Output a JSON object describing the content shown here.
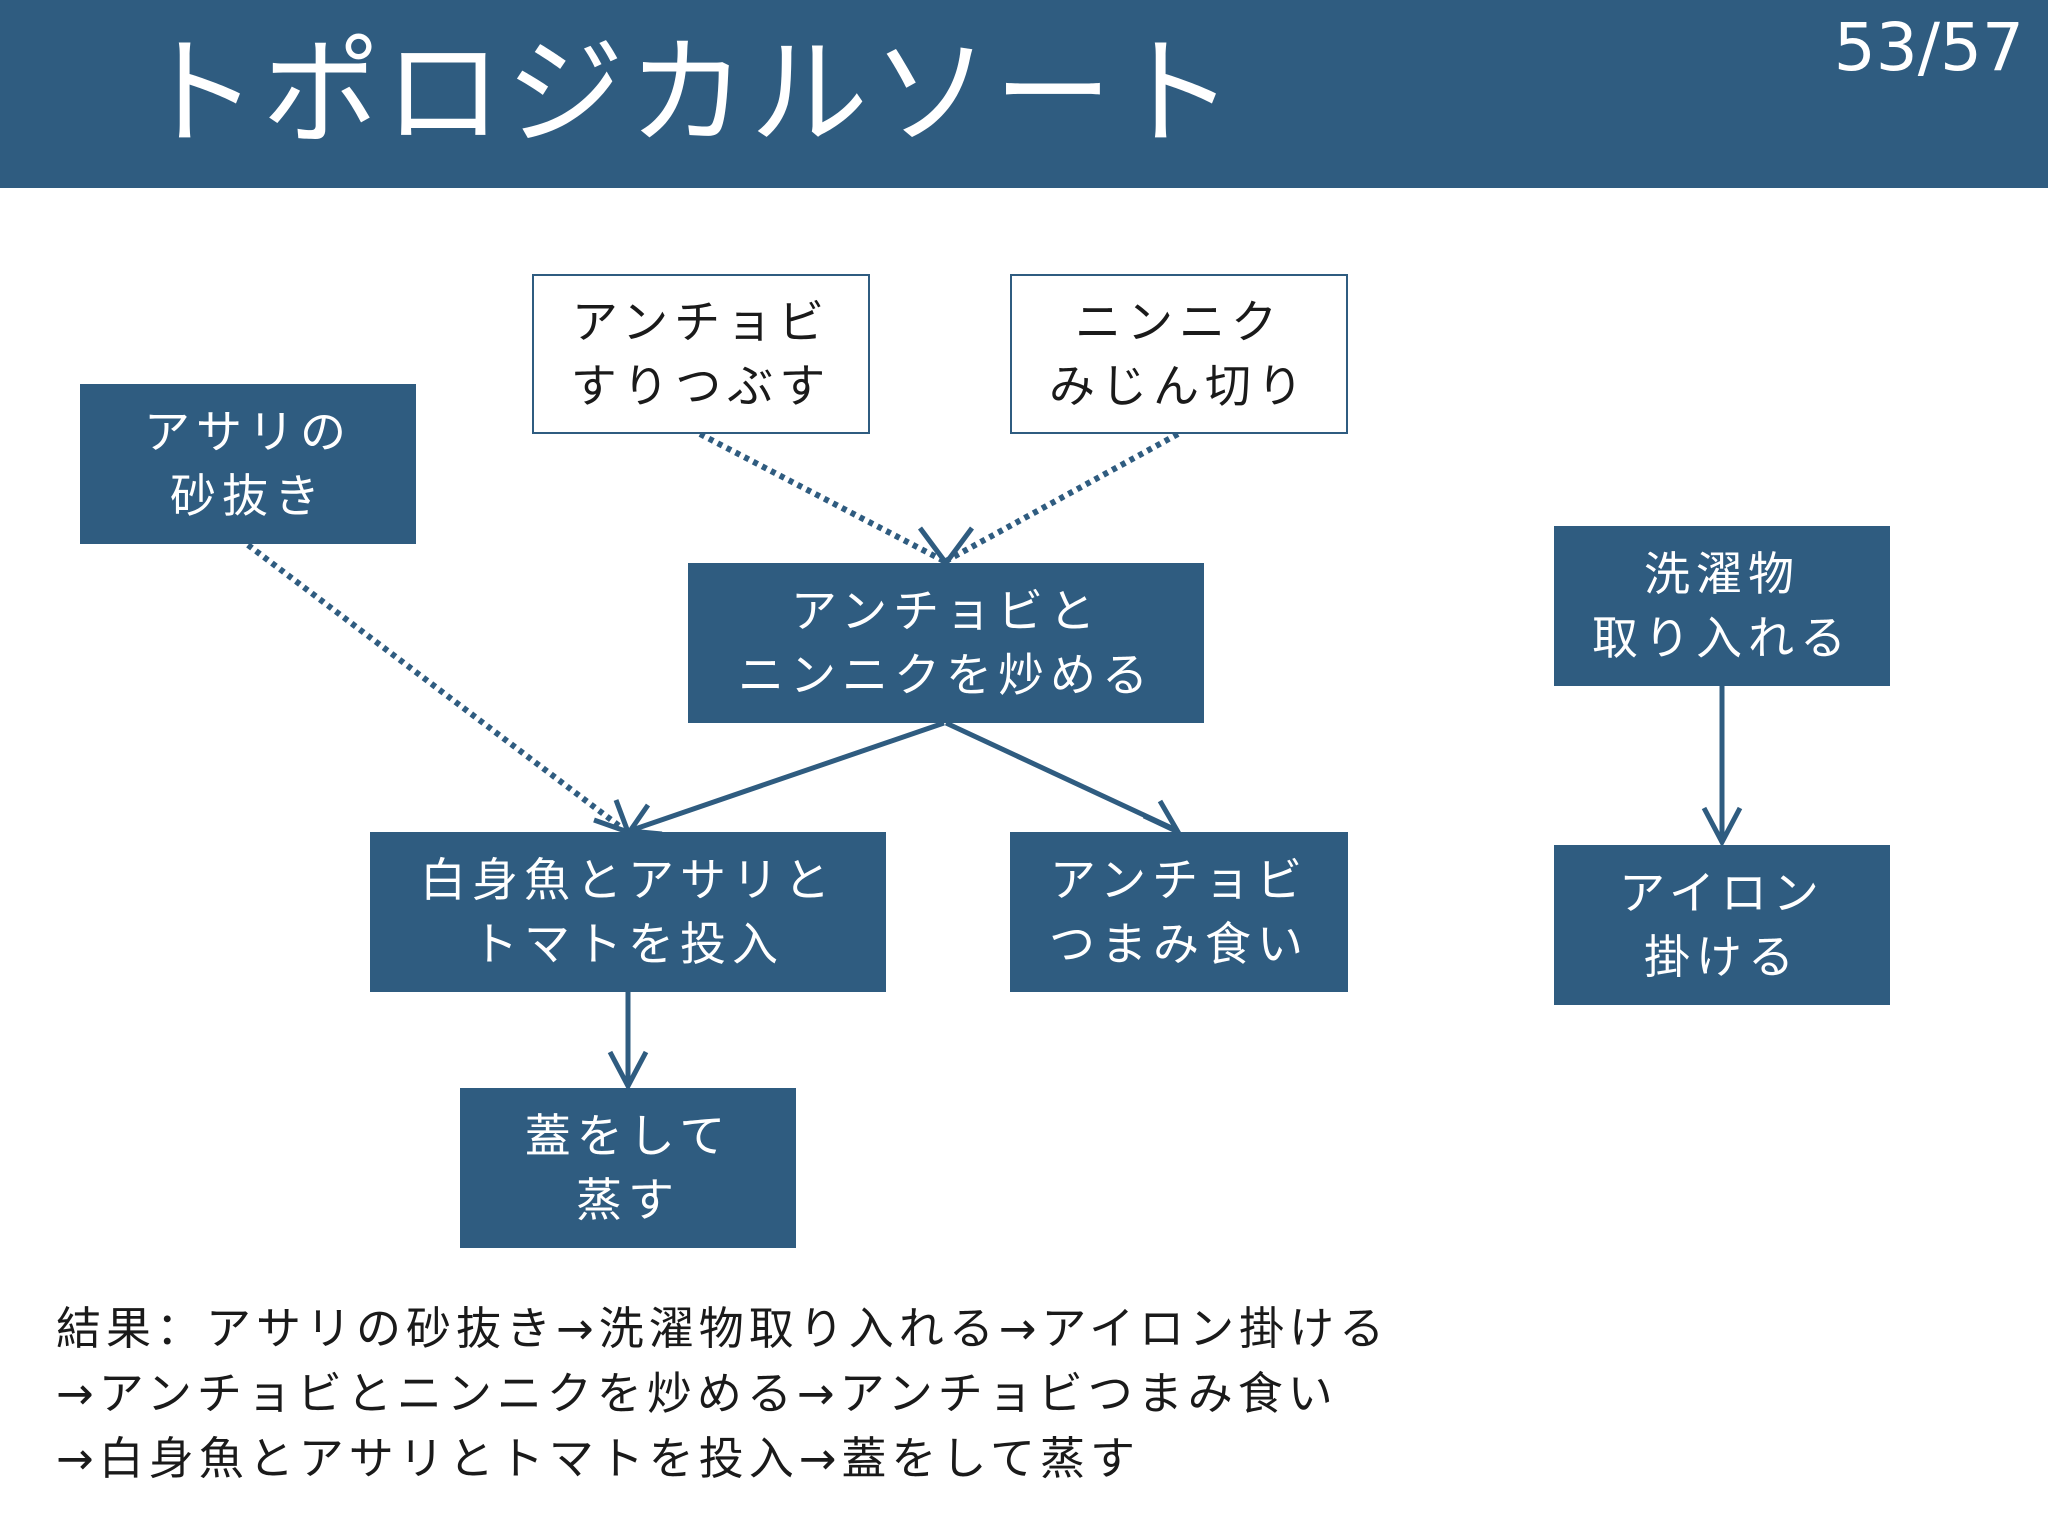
{
  "header": {
    "title": "トポロジカルソート",
    "page_number": "53/57"
  },
  "colors": {
    "primary": "#2f5c80",
    "text": "#1a1a1a",
    "background": "#ffffff"
  },
  "nodes": {
    "asari_sunanuki": {
      "line1": "アサリの",
      "line2": "砂抜き",
      "style": "filled"
    },
    "anchovy_suritsubusu": {
      "line1": "アンチョビ",
      "line2": "すりつぶす",
      "style": "outline"
    },
    "ninniku_mijingiri": {
      "line1": "ニンニク",
      "line2": "みじん切り",
      "style": "outline"
    },
    "anchovy_itameru": {
      "line1": "アンチョビと",
      "line2": "ニンニクを炒める",
      "style": "filled"
    },
    "sentakumono": {
      "line1": "洗濯物",
      "line2": "取り入れる",
      "style": "filled"
    },
    "shiromi_tounyu": {
      "line1": "白身魚とアサリと",
      "line2": "トマトを投入",
      "style": "filled"
    },
    "anchovy_tsumamigui": {
      "line1": "アンチョビ",
      "line2": "つまみ食い",
      "style": "filled"
    },
    "iron": {
      "line1": "アイロン",
      "line2": "掛ける",
      "style": "filled"
    },
    "mushi": {
      "line1": "蓋をして",
      "line2": "蒸す",
      "style": "filled"
    }
  },
  "edges": [
    {
      "from": "asari_sunanuki",
      "to": "shiromi_tounyu",
      "style": "dotted"
    },
    {
      "from": "anchovy_suritsubusu",
      "to": "anchovy_itameru",
      "style": "dotted"
    },
    {
      "from": "ninniku_mijingiri",
      "to": "anchovy_itameru",
      "style": "dotted"
    },
    {
      "from": "anchovy_itameru",
      "to": "shiromi_tounyu",
      "style": "solid"
    },
    {
      "from": "anchovy_itameru",
      "to": "anchovy_tsumamigui",
      "style": "solid"
    },
    {
      "from": "shiromi_tounyu",
      "to": "mushi",
      "style": "solid"
    },
    {
      "from": "sentakumono",
      "to": "iron",
      "style": "solid"
    }
  ],
  "result": {
    "line1": "結果：アサリの砂抜き→洗濯物取り入れる→アイロン掛ける",
    "line2": "→アンチョビとニンニクを炒める→アンチョビつまみ食い",
    "line3": "→白身魚とアサリとトマトを投入→蓋をして蒸す"
  }
}
